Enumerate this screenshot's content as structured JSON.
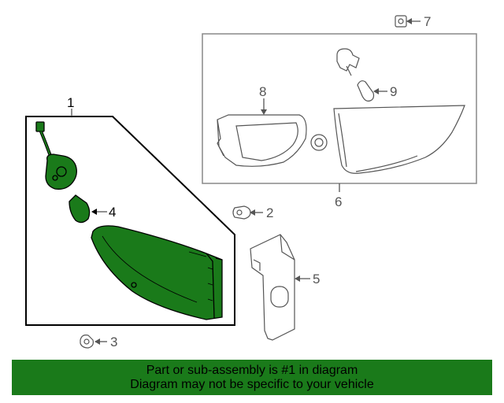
{
  "diagram": {
    "callouts": {
      "c1": "1",
      "c2": "2",
      "c3": "3",
      "c4": "4",
      "c5": "5",
      "c6": "6",
      "c7": "7",
      "c8": "8",
      "c9": "9"
    }
  },
  "colors": {
    "highlight": "#1a7a1a",
    "line": "#555555",
    "outline": "#000000"
  },
  "icons": [
    "arrow-left-icon",
    "arrow-down-icon"
  ],
  "banner": {
    "line1": "Part or sub-assembly is #1 in diagram",
    "line2": "Diagram may not be specific to your vehicle"
  }
}
